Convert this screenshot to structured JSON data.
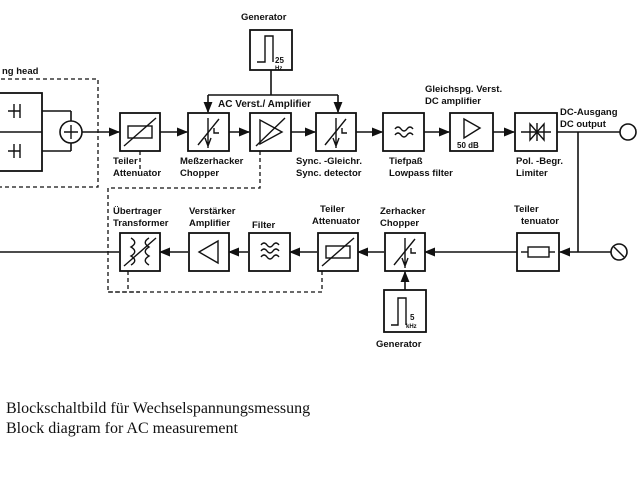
{
  "labels": {
    "head": "ng head",
    "gen_top": "Generator",
    "gen_top_freq": "25",
    "gen_top_unit": "Hz",
    "ac_amp": "AC Verst./ Amplifier",
    "dc_amp_de": "Gleichspg. Verst.",
    "dc_amp_en": "DC amplifier",
    "dc_gain": "50 dB",
    "dc_out_de": "DC-Ausgang",
    "dc_out_en": "DC output",
    "att1_de": "Teiler",
    "att1_en": "Attenuator",
    "chopper1_de": "Meßzerhacker",
    "chopper1_en": "Chopper",
    "sync_de": "Sync. -Gleichr.",
    "sync_en": "Sync. detector",
    "lp_de": "Tiefpaß",
    "lp_en": "Lowpass filter",
    "lim_de": "Pol. -Begr.",
    "lim_en": "Limiter",
    "xfmr_de": "Übertrager",
    "xfmr_en": "Transformer",
    "amp2_de": "Verstärker",
    "amp2_en": "Amplifier",
    "filter": "Filter",
    "att2_de": "Teiler",
    "att2_en": "Attenuator",
    "chopper2_de": "Zerhacker",
    "chopper2_en": "Chopper",
    "att3_de": "Teiler",
    "att3_en": "tenuator",
    "gen_bot": "Generator",
    "gen_bot_freq": "5",
    "gen_bot_unit": "kHz"
  },
  "caption": {
    "de": "Blockschaltbild für Wechselspannungsmessung",
    "en": "Block diagram for AC measurement"
  }
}
